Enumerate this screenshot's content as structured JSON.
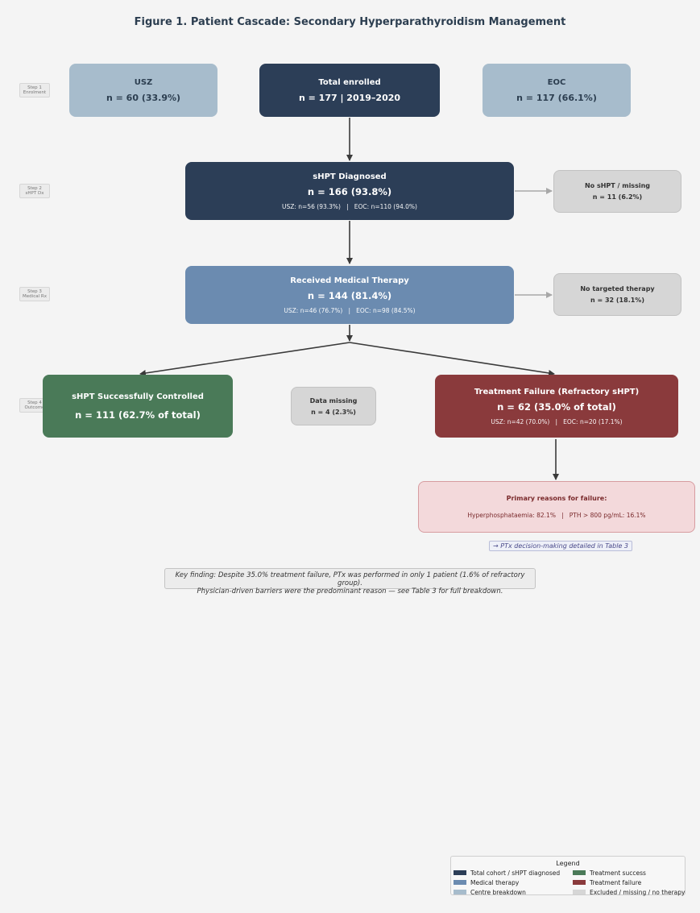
{
  "title": "Figure 1. Patient Cascade: Secondary Hyperparathyroidism Management",
  "steps": [
    {
      "line1": "Step 1",
      "line2": "Enrolment"
    },
    {
      "line1": "Step 2",
      "line2": "sHPT Dx"
    },
    {
      "line1": "Step 3",
      "line2": "Medical Rx"
    },
    {
      "line1": "Step 4",
      "line2": "Outcome"
    }
  ],
  "enrolment": {
    "usz": {
      "label": "USZ",
      "value": "n = 60  (33.9%)"
    },
    "total": {
      "label": "Total enrolled",
      "value": "n = 177  |  2019–2020"
    },
    "eoc": {
      "label": "EOC",
      "value": "n = 117  (66.1%)"
    }
  },
  "diagnosed": {
    "label": "sHPT Diagnosed",
    "value": "n = 166  (93.8%)",
    "breakdown": "USZ: n=56 (93.3%)   |   EOC: n=110 (94.0%)"
  },
  "no_shpt": {
    "label": "No sHPT / missing",
    "value": "n = 11  (6.2%)"
  },
  "therapy": {
    "label": "Received Medical Therapy",
    "value": "n = 144  (81.4%)",
    "breakdown": "USZ: n=46 (76.7%)   |   EOC: n=98 (84.5%)"
  },
  "no_therapy": {
    "label": "No targeted therapy",
    "value": "n = 32  (18.1%)"
  },
  "success": {
    "label": "sHPT Successfully Controlled",
    "value": "n = 111  (62.7% of total)"
  },
  "missing": {
    "label": "Data missing",
    "value": "n = 4  (2.3%)"
  },
  "failure": {
    "label": "Treatment Failure (Refractory sHPT)",
    "value": "n = 62  (35.0% of total)",
    "breakdown": "USZ: n=42 (70.0%)   |   EOC: n=20 (17.1%)"
  },
  "reasons": {
    "label": "Primary reasons for failure:",
    "detail": "Hyperphosphataemia: 82.1%   |   PTH > 800 pg/mL: 16.1%"
  },
  "ptx_note": "→ PTx decision-making detailed in Table 3",
  "key_finding": {
    "line1": "Key finding: Despite 35.0% treatment failure, PTx was performed in only 1 patient (1.6% of refractory group).",
    "line2": "Physician-driven barriers were the predominant reason — see Table 3 for full breakdown."
  },
  "legend": {
    "title": "Legend",
    "items": [
      {
        "label": "Total cohort / sHPT diagnosed",
        "color": "#2c3e57"
      },
      {
        "label": "Treatment success",
        "color": "#4a7a58"
      },
      {
        "label": "Medical therapy",
        "color": "#6b8bb0"
      },
      {
        "label": "Treatment failure",
        "color": "#8a3a3c"
      },
      {
        "label": "Centre breakdown",
        "color": "#a7bccc"
      },
      {
        "label": "Excluded / missing / no therapy",
        "color": "#d6d6d6"
      }
    ]
  }
}
